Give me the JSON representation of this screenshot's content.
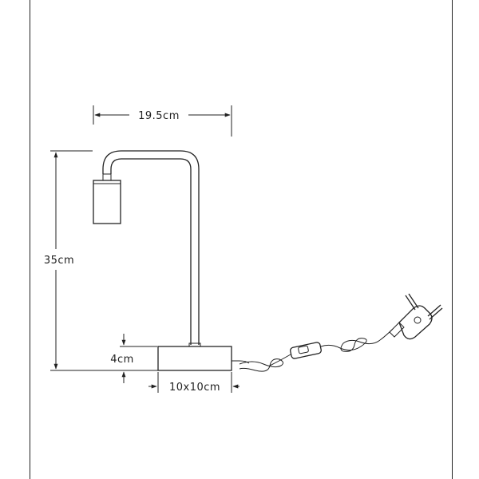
{
  "dimensions": {
    "width": "19.5cm",
    "height": "35cm",
    "base_height": "4cm",
    "base_footprint": "10x10cm"
  }
}
